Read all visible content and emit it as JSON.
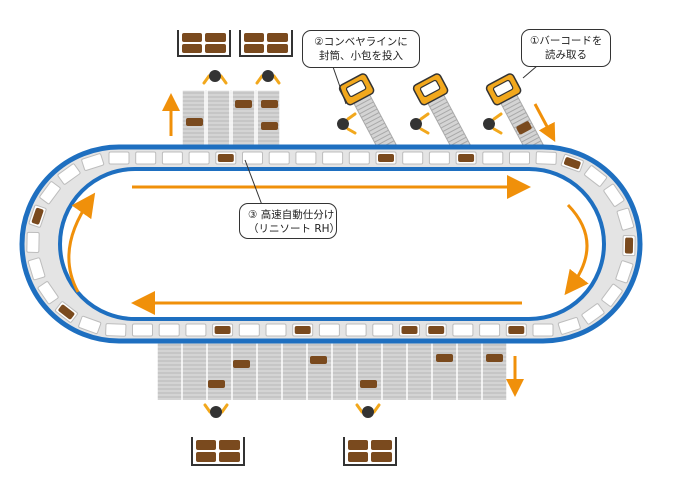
{
  "callouts": {
    "barcode": {
      "line1": "①バーコードを",
      "line2": "読み取る"
    },
    "conveyor": {
      "line1": "②コンベヤラインに",
      "line2": "封筒、小包を投入"
    },
    "sorter": {
      "line1": "③ 高速自動仕分け",
      "line2": "（リニソート RH）"
    }
  },
  "colors": {
    "track_blue": "#1e6fc0",
    "arrow_orange": "#f0900a",
    "parcel_brown": "#7a4a1e",
    "scanner_yellow": "#f2a81d",
    "chute_gray": "#d0d0d0",
    "tray_gray": "#e8e8e8"
  },
  "icons": [
    "barcode-scanner-icon",
    "operator-icon",
    "parcel-icon",
    "bin-icon",
    "flow-arrow-icon"
  ]
}
